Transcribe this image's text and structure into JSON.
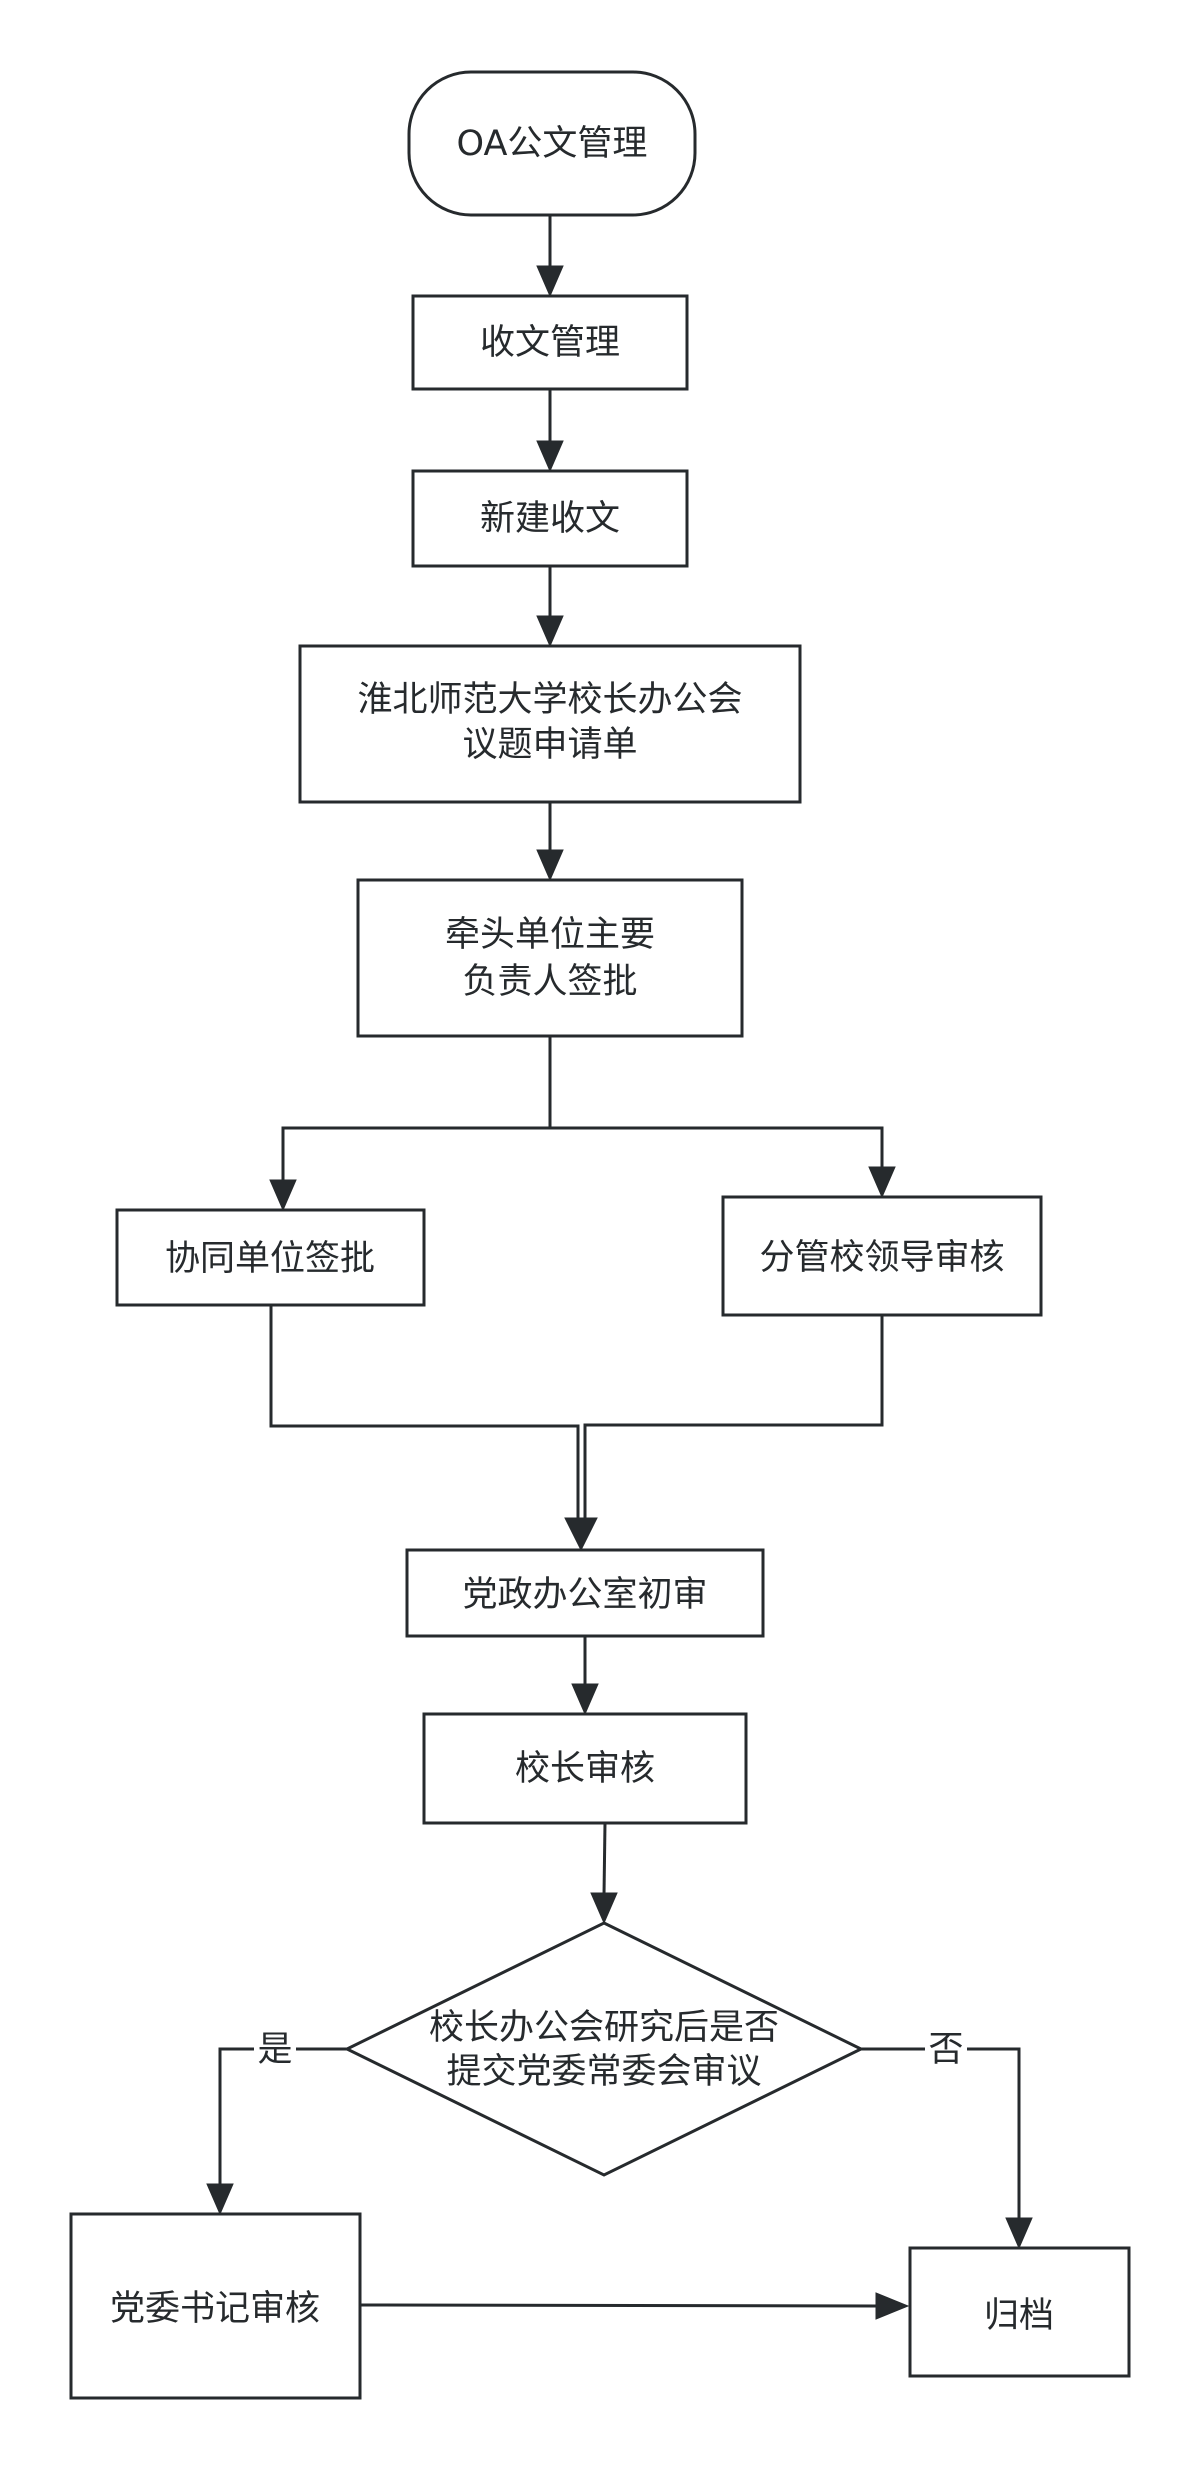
{
  "diagram": {
    "nodes": {
      "start": "OA公文管理",
      "receive_mgmt": "收文管理",
      "new_receive": "新建收文",
      "application_line1": "淮北师范大学校长办公会",
      "application_line2": "议题申请单",
      "lead_unit_line1": "牵头单位主要",
      "lead_unit_line2": "负责人签批",
      "coop_unit": "协同单位签批",
      "leader_review": "分管校领导审核",
      "office_review": "党政办公室初审",
      "president_review": "校长审核",
      "decision_line1": "校长办公会研究后是否",
      "decision_line2": "提交党委常委会审议",
      "party_secretary": "党委书记审核",
      "archive": "归档"
    },
    "edge_labels": {
      "yes": "是",
      "no": "否"
    }
  }
}
